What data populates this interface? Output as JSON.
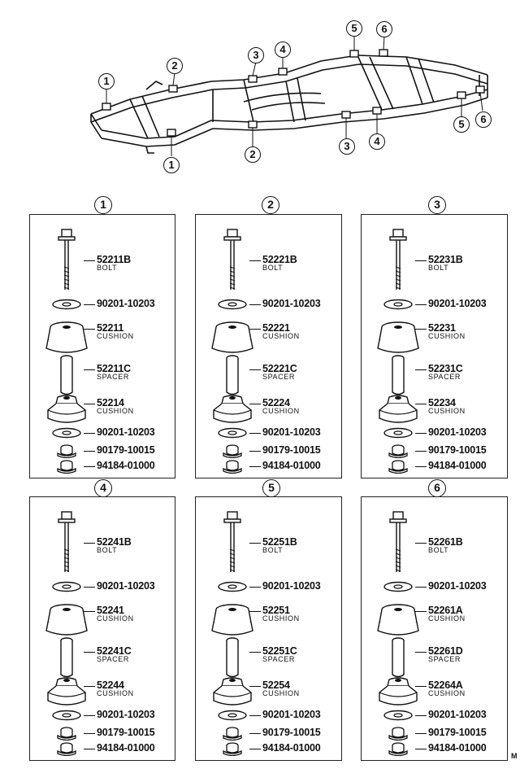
{
  "corner_mark": "M",
  "frame_markers": [
    {
      "label": "1"
    },
    {
      "label": "2"
    },
    {
      "label": "3"
    },
    {
      "label": "4"
    },
    {
      "label": "5"
    },
    {
      "label": "6"
    },
    {
      "label": "1"
    },
    {
      "label": "2"
    },
    {
      "label": "3"
    },
    {
      "label": "4"
    },
    {
      "label": "5"
    },
    {
      "label": "6"
    }
  ],
  "panels": [
    {
      "marker": "1",
      "parts": [
        {
          "number": "52211B",
          "name": "BOLT"
        },
        {
          "number": "90201-10203",
          "name": ""
        },
        {
          "number": "52211",
          "name": "CUSHION"
        },
        {
          "number": "52211C",
          "name": "SPACER"
        },
        {
          "number": "52214",
          "name": "CUSHION"
        },
        {
          "number": "90201-10203",
          "name": ""
        },
        {
          "number": "90179-10015",
          "name": ""
        },
        {
          "number": "94184-01000",
          "name": ""
        }
      ]
    },
    {
      "marker": "2",
      "parts": [
        {
          "number": "52221B",
          "name": "BOLT"
        },
        {
          "number": "90201-10203",
          "name": ""
        },
        {
          "number": "52221",
          "name": "CUSHION"
        },
        {
          "number": "52221C",
          "name": "SPACER"
        },
        {
          "number": "52224",
          "name": "CUSHION"
        },
        {
          "number": "90201-10203",
          "name": ""
        },
        {
          "number": "90179-10015",
          "name": ""
        },
        {
          "number": "94184-01000",
          "name": ""
        }
      ]
    },
    {
      "marker": "3",
      "parts": [
        {
          "number": "52231B",
          "name": "BOLT"
        },
        {
          "number": "90201-10203",
          "name": ""
        },
        {
          "number": "52231",
          "name": "CUSHION"
        },
        {
          "number": "52231C",
          "name": "SPACER"
        },
        {
          "number": "52234",
          "name": "CUSHION"
        },
        {
          "number": "90201-10203",
          "name": ""
        },
        {
          "number": "90179-10015",
          "name": ""
        },
        {
          "number": "94184-01000",
          "name": ""
        }
      ]
    },
    {
      "marker": "4",
      "parts": [
        {
          "number": "52241B",
          "name": "BOLT"
        },
        {
          "number": "90201-10203",
          "name": ""
        },
        {
          "number": "52241",
          "name": "CUSHION"
        },
        {
          "number": "52241C",
          "name": "SPACER"
        },
        {
          "number": "52244",
          "name": "CUSHION"
        },
        {
          "number": "90201-10203",
          "name": ""
        },
        {
          "number": "90179-10015",
          "name": ""
        },
        {
          "number": "94184-01000",
          "name": ""
        }
      ]
    },
    {
      "marker": "5",
      "parts": [
        {
          "number": "52251B",
          "name": "BOLT"
        },
        {
          "number": "90201-10203",
          "name": ""
        },
        {
          "number": "52251",
          "name": "CUSHION"
        },
        {
          "number": "52251C",
          "name": "SPACER"
        },
        {
          "number": "52254",
          "name": "CUSHION"
        },
        {
          "number": "90201-10203",
          "name": ""
        },
        {
          "number": "90179-10015",
          "name": ""
        },
        {
          "number": "94184-01000",
          "name": ""
        }
      ]
    },
    {
      "marker": "6",
      "parts": [
        {
          "number": "52261B",
          "name": "BOLT"
        },
        {
          "number": "90201-10203",
          "name": ""
        },
        {
          "number": "52261A",
          "name": "CUSHION"
        },
        {
          "number": "52261D",
          "name": "SPACER"
        },
        {
          "number": "52264A",
          "name": "CUSHION"
        },
        {
          "number": "90201-10203",
          "name": ""
        },
        {
          "number": "90179-10015",
          "name": ""
        },
        {
          "number": "94184-01000",
          "name": ""
        }
      ]
    }
  ]
}
